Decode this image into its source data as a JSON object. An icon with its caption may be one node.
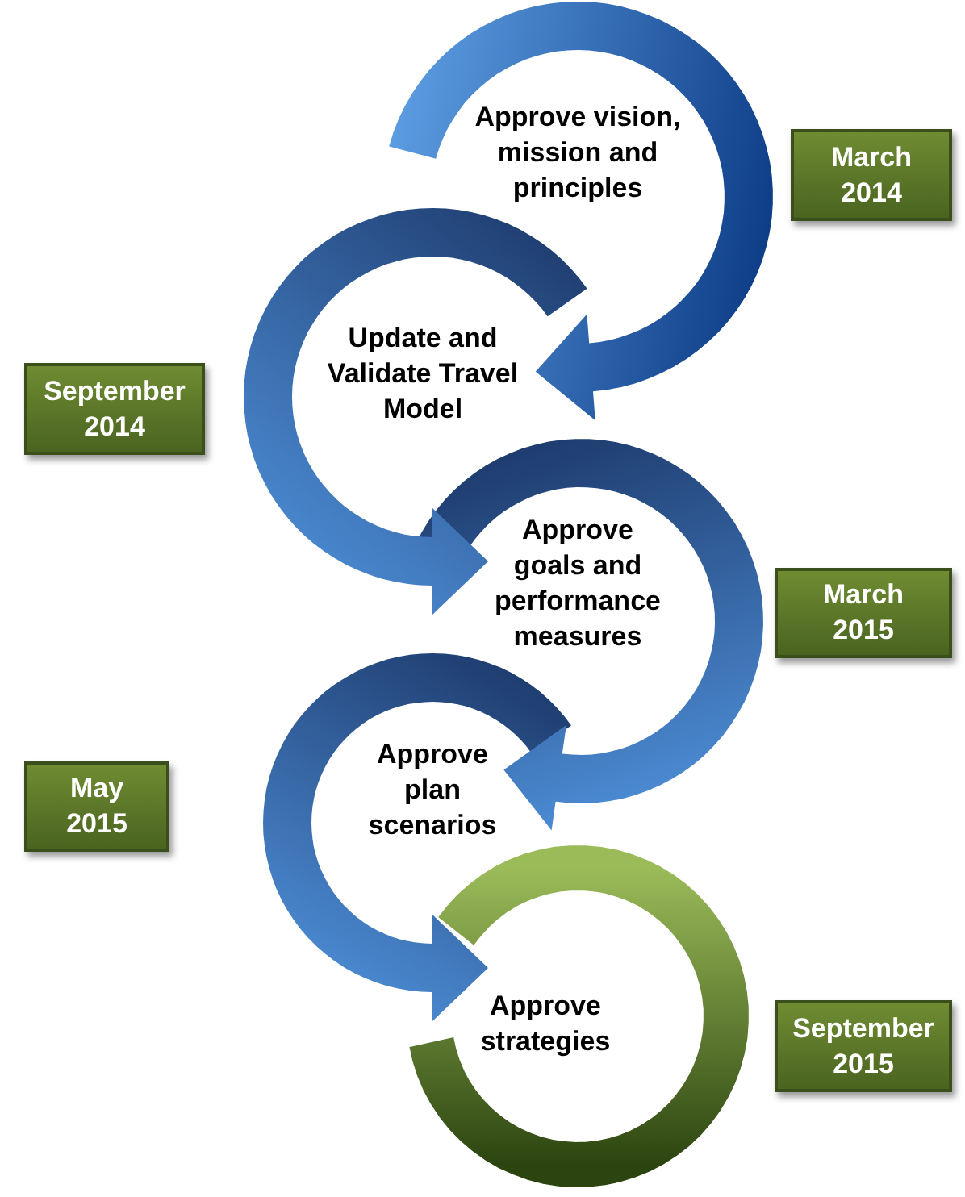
{
  "diagram": {
    "nodes": [
      {
        "text": [
          "Approve vision, mission and principles"
        ]
      },
      {
        "text": [
          "March 2014"
        ]
      },
      {
        "text": [
          "Update and Validate Travel Model"
        ]
      },
      {
        "text": [
          "September 2014"
        ]
      },
      {
        "text": [
          "Approve goals and performance measures"
        ]
      },
      {
        "text": [
          "March 2015"
        ]
      },
      {
        "text": [
          "Approve plan scenarios"
        ]
      },
      {
        "text": [
          "May 2015"
        ]
      },
      {
        "text": [
          "Approve strategies"
        ]
      },
      {
        "text": [
          "September 2015"
        ]
      }
    ],
    "edges": [
      {
        "from": 0,
        "to": 2,
        "arrow": "to"
      },
      {
        "from": 2,
        "to": 4,
        "arrow": "to"
      },
      {
        "from": 4,
        "to": 6,
        "arrow": "to"
      },
      {
        "from": 6,
        "to": 8,
        "arrow": "to"
      }
    ]
  }
}
